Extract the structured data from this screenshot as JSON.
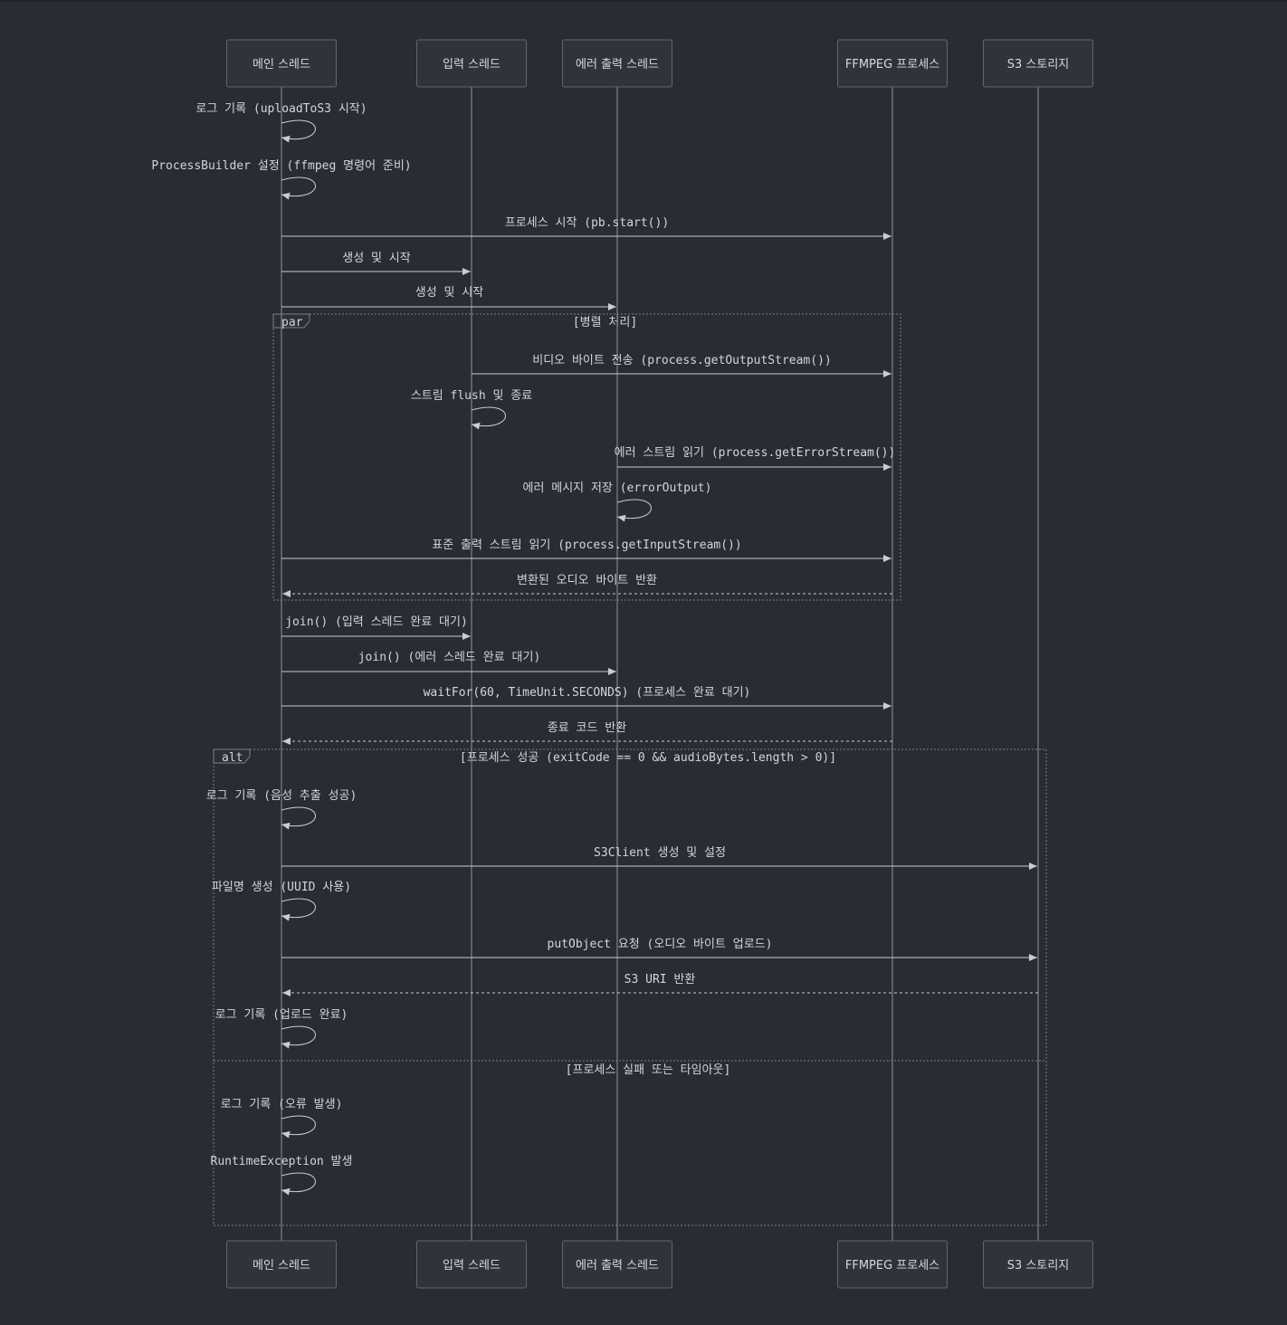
{
  "participants": [
    {
      "id": "main",
      "label": "메인 스레드"
    },
    {
      "id": "input",
      "label": "입력 스레드"
    },
    {
      "id": "err",
      "label": "에러 출력 스레드"
    },
    {
      "id": "ffmpeg",
      "label": "FFMPEG 프로세스"
    },
    {
      "id": "s3",
      "label": "S3 스토리지"
    }
  ],
  "messages": [
    {
      "from": "main",
      "to": "main",
      "text": "로그 기록 (uploadToS3 시작)",
      "style": "self"
    },
    {
      "from": "main",
      "to": "main",
      "text": "ProcessBuilder 설정 (ffmpeg 명령어 준비)",
      "style": "self"
    },
    {
      "from": "main",
      "to": "ffmpeg",
      "text": "프로세스 시작 (pb.start())",
      "style": "solid"
    },
    {
      "from": "main",
      "to": "input",
      "text": "생성 및 시작",
      "style": "solid"
    },
    {
      "from": "main",
      "to": "err",
      "text": "생성 및 시작",
      "style": "solid"
    },
    {
      "from": "input",
      "to": "ffmpeg",
      "text": "비디오 바이트 전송 (process.getOutputStream())",
      "style": "solid"
    },
    {
      "from": "input",
      "to": "input",
      "text": "스트림 flush 및 종료",
      "style": "self"
    },
    {
      "from": "err",
      "to": "ffmpeg",
      "text": "에러 스트림 읽기 (process.getErrorStream())",
      "style": "solid"
    },
    {
      "from": "err",
      "to": "err",
      "text": "에러 메시지 저장 (errorOutput)",
      "style": "self"
    },
    {
      "from": "main",
      "to": "ffmpeg",
      "text": "표준 출력 스트림 읽기 (process.getInputStream())",
      "style": "solid"
    },
    {
      "from": "ffmpeg",
      "to": "main",
      "text": "변환된 오디오 바이트 반환",
      "style": "dashed"
    },
    {
      "from": "main",
      "to": "input",
      "text": "join() (입력 스레드 완료 대기)",
      "style": "solid"
    },
    {
      "from": "main",
      "to": "err",
      "text": "join() (에러 스레드 완료 대기)",
      "style": "solid"
    },
    {
      "from": "main",
      "to": "ffmpeg",
      "text": "waitFor(60, TimeUnit.SECONDS) (프로세스 완료 대기)",
      "style": "solid"
    },
    {
      "from": "ffmpeg",
      "to": "main",
      "text": "종료 코드 반환",
      "style": "dashed"
    },
    {
      "from": "main",
      "to": "main",
      "text": "로그 기록 (음성 추출 성공)",
      "style": "self"
    },
    {
      "from": "main",
      "to": "s3",
      "text": "S3Client 생성 및 설정",
      "style": "solid"
    },
    {
      "from": "main",
      "to": "main",
      "text": "파일명 생성 (UUID 사용)",
      "style": "self"
    },
    {
      "from": "main",
      "to": "s3",
      "text": "putObject 요청 (오디오 바이트 업로드)",
      "style": "solid"
    },
    {
      "from": "s3",
      "to": "main",
      "text": "S3 URI 반환",
      "style": "dashed"
    },
    {
      "from": "main",
      "to": "main",
      "text": "로그 기록 (업로드 완료)",
      "style": "self"
    },
    {
      "from": "main",
      "to": "main",
      "text": "로그 기록 (오류 발생)",
      "style": "self"
    },
    {
      "from": "main",
      "to": "main",
      "text": "RuntimeException 발생",
      "style": "self"
    }
  ],
  "fragments": [
    {
      "kind": "par",
      "condition": "[병렬 처리]"
    },
    {
      "kind": "alt",
      "condition": "[프로세스 성공 (exitCode == 0 && audioBytes.length > 0)]",
      "else_condition": "[프로세스 실패 또는 타임아웃]"
    }
  ],
  "colors": {
    "background": "#282c34",
    "actor_fill": "#2f333b",
    "line": "#c9ccd1",
    "lifeline": "#8c939e"
  }
}
